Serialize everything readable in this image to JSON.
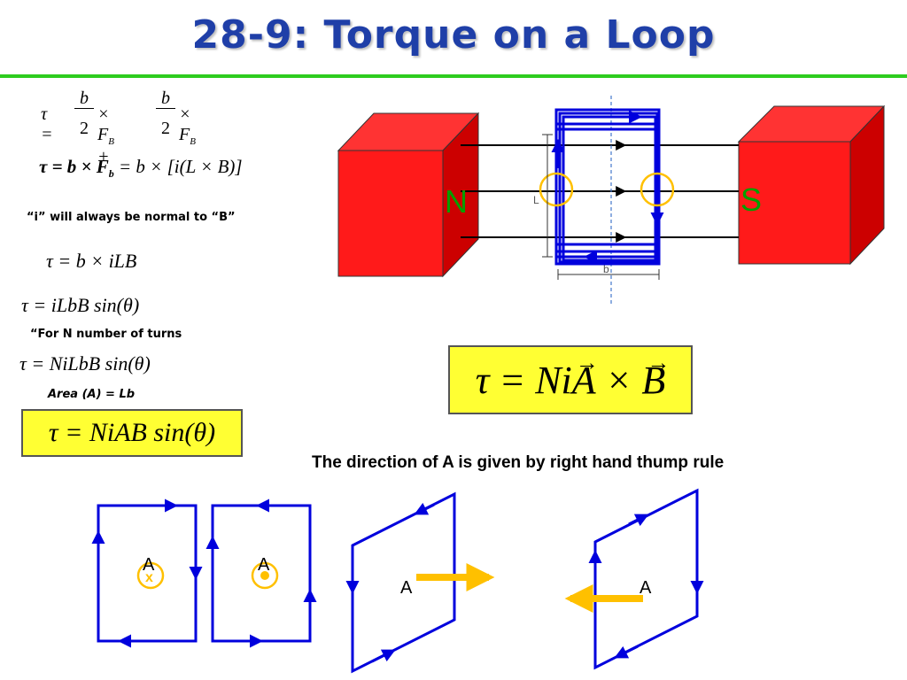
{
  "title": "28-9: Torque on a Loop",
  "colors": {
    "title": "#1f3fa8",
    "rule": "#2ecc1f",
    "magnet": "#ff1a1a",
    "loop": "#0000dd",
    "highlight": "#ffff33",
    "vector": "#ffc000"
  },
  "equations": {
    "eq1": "τ = (b/2) × F_B + (b/2) × F_B",
    "eq2": "τ = b × F_b = b × [i(L × B)]",
    "eq3": "τ = b × iLB",
    "eq4": "τ = iLbB sin(θ)",
    "eq5": "τ = NiLbB sin(θ)",
    "boxed_left": "τ = NiAB sin(θ)",
    "boxed_right": "τ = NiA × B"
  },
  "notes": {
    "normal": "“i” will always be normal to “B”",
    "turns": "“For N number of turns",
    "area": "Area (A) = Lb"
  },
  "diagram": {
    "north": "N",
    "south": "S",
    "label_b": "b",
    "label_L": "L"
  },
  "caption": "The direction of A is given by right hand thump rule",
  "loops": {
    "label": "A"
  }
}
